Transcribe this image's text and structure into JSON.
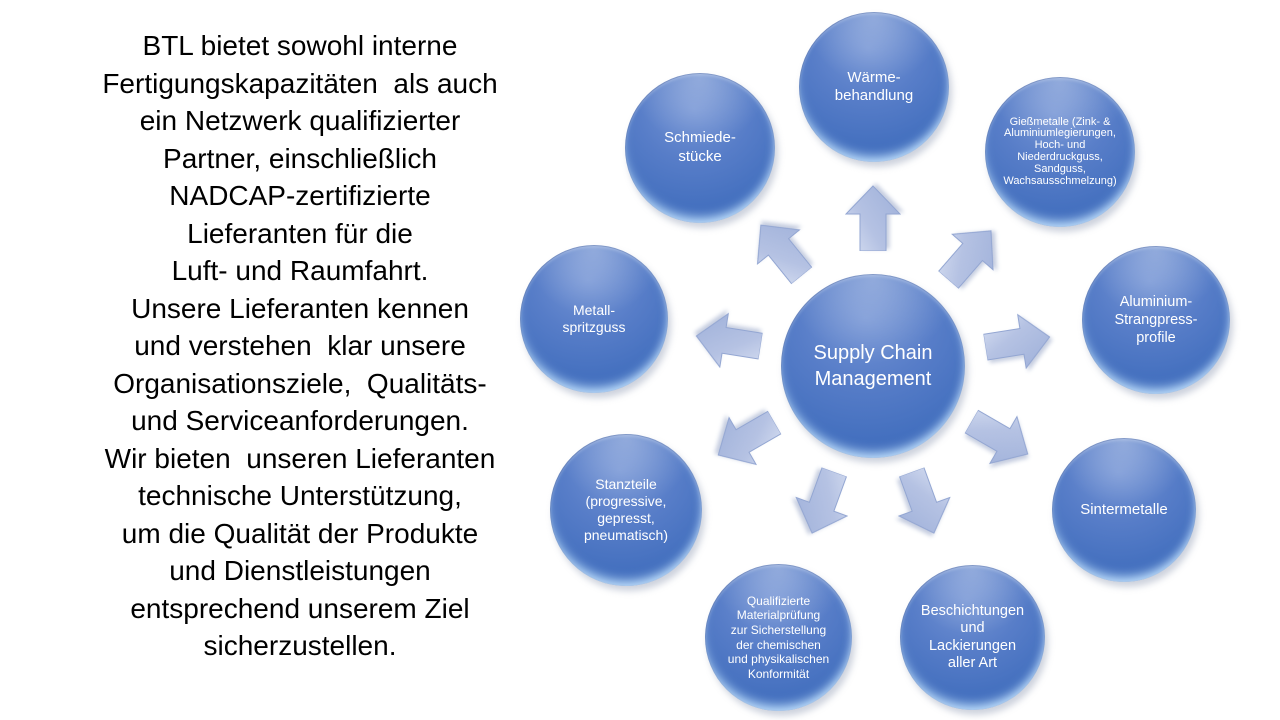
{
  "intro": {
    "text": "BTL bietet sowohl interne\nFertigungskapazitäten  als auch\nein Netzwerk qualifizierter\nPartner, einschließlich\nNADCAP-zertifizierte\nLieferanten für die\nLuft- und Raumfahrt.\nUnsere Lieferanten kennen\nund verstehen  klar unsere\nOrganisationsziele,  Qualitäts-\nund Serviceanforderungen.\nWir bieten  unseren Lieferanten\ntechnische Unterstützung,\num die Qualität der Produkte\nund Dienstleistungen\nentsprechend unserem Ziel\nsicherzustellen."
  },
  "diagram": {
    "type": "diverging-radial",
    "center": {
      "label": "Supply Chain\nManagement"
    },
    "nodes": [
      {
        "id": "waermebehandlung",
        "position": "top",
        "label": "Wärme-\nbehandlung"
      },
      {
        "id": "giessmetalle",
        "position": "top-right",
        "label": "Gießmetalle (Zink- &\nAluminiumlegierungen,\nHoch- und\nNiederdruckguss,\nSandguss,\nWachsausschmelzung)"
      },
      {
        "id": "aluminium-strangpressprofile",
        "position": "right",
        "label": "Aluminium-\nStrangpress-\nprofile"
      },
      {
        "id": "sintermetalle",
        "position": "lower-right",
        "label": "Sintermetalle"
      },
      {
        "id": "beschichtungen-lackierungen",
        "position": "bottom-right",
        "label": "Beschichtungen\nund\nLackierungen\naller Art"
      },
      {
        "id": "qualifizierte-materialpruefung",
        "position": "bottom-left",
        "label": "Qualifizierte\nMaterialprüfung\nzur Sicherstellung\nder chemischen\nund physikalischen\nKonformität"
      },
      {
        "id": "stanzteile",
        "position": "lower-left",
        "label": "Stanzteile\n(progressive,\ngepresst,\npneumatisch)"
      },
      {
        "id": "metallspritzguss",
        "position": "left",
        "label": "Metall-\nspritzguss"
      },
      {
        "id": "schmiedestuecke",
        "position": "top-left",
        "label": "Schmiede-\nstücke"
      }
    ],
    "arrow_count": 9
  },
  "colors": {
    "background": "#ffffff",
    "node_fill_top": "#7393d4",
    "node_fill_main": "#4470bf",
    "node_fill_bottom": "#3a5fae",
    "node_rim_highlight": "#c3e4ff",
    "node_text": "#ffffff",
    "arrow_fill_light": "#d8e0f2",
    "arrow_fill_dark": "#a2b3db",
    "arrow_outline": "#93a6d2",
    "body_text": "#000000"
  }
}
